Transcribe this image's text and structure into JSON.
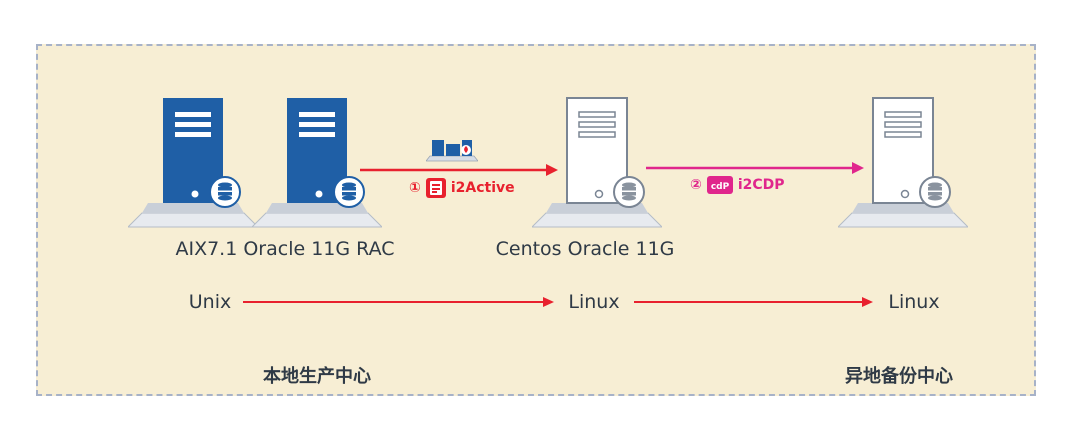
{
  "servers": [
    {
      "name": "aix-server-1-icon",
      "style": "blue"
    },
    {
      "name": "aix-server-2-icon",
      "style": "blue"
    },
    {
      "name": "centos-server-icon",
      "style": "white"
    },
    {
      "name": "backup-server-icon",
      "style": "white"
    }
  ],
  "labels": {
    "source": "AIX7.1 Oracle 11G RAC",
    "target": "Centos Oracle 11G",
    "os_source": "Unix",
    "os_target": "Linux",
    "os_backup": "Linux"
  },
  "links": {
    "active": {
      "step": "①",
      "label": "i2Active",
      "color": "#e8212e"
    },
    "cdp": {
      "step": "②",
      "label": "i2CDP",
      "color": "#e0268c"
    }
  },
  "regions": {
    "local": "本地生产中心",
    "remote": "异地备份中心"
  }
}
